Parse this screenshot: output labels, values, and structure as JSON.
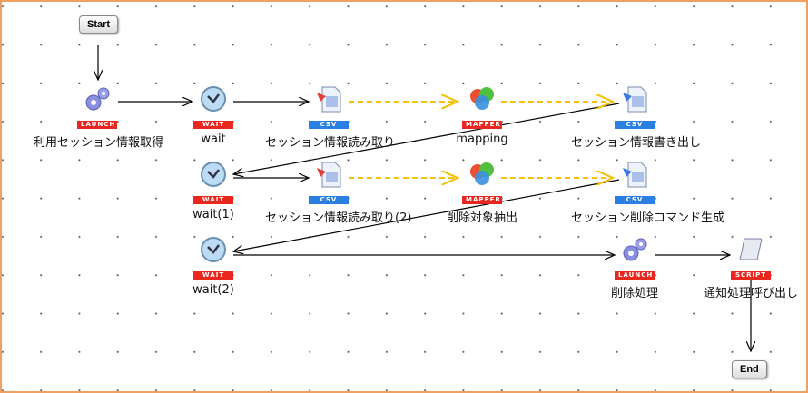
{
  "start_label": "Start",
  "end_label": "End",
  "nodes": [
    {
      "id": "launch1",
      "type": "LAUNCH",
      "label": "利用セッション情報取得",
      "icon": "gears-icon"
    },
    {
      "id": "wait",
      "type": "WAIT",
      "label": "wait",
      "icon": "clock-icon"
    },
    {
      "id": "csv1",
      "type": "CSV",
      "label": "セッション情報読み取り",
      "icon": "csv-read-icon"
    },
    {
      "id": "mapper1",
      "type": "MAPPER",
      "label": "mapping",
      "icon": "mapper-icon"
    },
    {
      "id": "csvout1",
      "type": "CSV",
      "label": "セッション情報書き出し",
      "icon": "csv-write-icon"
    },
    {
      "id": "wait1",
      "type": "WAIT",
      "label": "wait(1)",
      "icon": "clock-icon"
    },
    {
      "id": "csv2",
      "type": "CSV",
      "label": "セッション情報読み取り(2)",
      "icon": "csv-read-icon"
    },
    {
      "id": "mapper2",
      "type": "MAPPER",
      "label": "削除対象抽出",
      "icon": "mapper-icon"
    },
    {
      "id": "csvout2",
      "type": "CSV",
      "label": "セッション削除コマンド生成",
      "icon": "csv-write-icon"
    },
    {
      "id": "wait2",
      "type": "WAIT",
      "label": "wait(2)",
      "icon": "clock-icon"
    },
    {
      "id": "launch2",
      "type": "LAUNCH",
      "label": "削除処理",
      "icon": "gears-icon"
    },
    {
      "id": "script",
      "type": "SCRIPT",
      "label": "通知処理呼び出し",
      "icon": "scroll-icon"
    }
  ],
  "colors": {
    "border": "#f0a060",
    "tag_red": "#e8281e",
    "tag_blue": "#2a7fe0",
    "data_flow": "#f5c000"
  }
}
